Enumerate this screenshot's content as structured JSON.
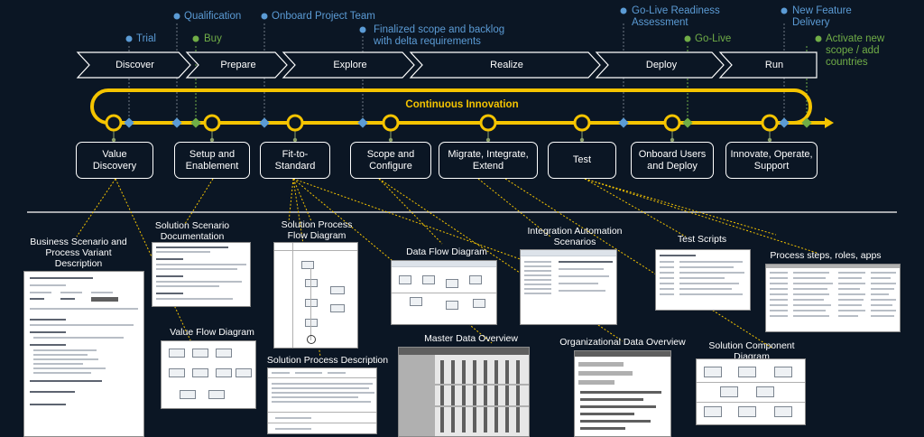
{
  "milestones": {
    "trial": "Trial",
    "qualification": "Qualification",
    "buy": "Buy",
    "onboard_project_team": "Onboard Project Team",
    "finalized_scope": "Finalized scope and backlog\nwith delta requirements",
    "go_live_readiness": "Go-Live Readiness\nAssessment",
    "go_live": "Go-Live",
    "new_feature_delivery": "New Feature\nDelivery",
    "activate_new_scope": "Activate new\nscope / add\ncountries"
  },
  "phases": [
    "Discover",
    "Prepare",
    "Explore",
    "Realize",
    "Deploy",
    "Run"
  ],
  "continuous_innovation": "Continuous Innovation",
  "activities": [
    "Value\nDiscovery",
    "Setup and\nEnablement",
    "Fit-to-\nStandard",
    "Scope and\nConfigure",
    "Migrate, Integrate,\nExtend",
    "Test",
    "Onboard Users\nand Deploy",
    "Innovate, Operate,\nSupport"
  ],
  "artifacts": {
    "business_scenario": "Business Scenario and\nProcess Variant\nDescription",
    "solution_scenario_doc": "Solution Scenario\nDocumentation",
    "solution_process_flow": "Solution Process\nFlow Diagram",
    "data_flow": "Data Flow Diagram",
    "integration_automation": "Integration Automation\nScenarios",
    "test_scripts": "Test Scripts",
    "process_steps": "Process steps, roles, apps",
    "value_flow": "Value Flow Diagram",
    "solution_process_desc": "Solution Process Description",
    "master_data": "Master Data Overview",
    "organizational_data": "Organizational Data Overview",
    "solution_component": "Solution Component Diagram"
  },
  "colors": {
    "background": "#0b1624",
    "milestone_blue": "#5b9bd5",
    "milestone_green": "#70ad47",
    "innovation_yellow": "#f5c400",
    "box_border": "#ffffff"
  }
}
